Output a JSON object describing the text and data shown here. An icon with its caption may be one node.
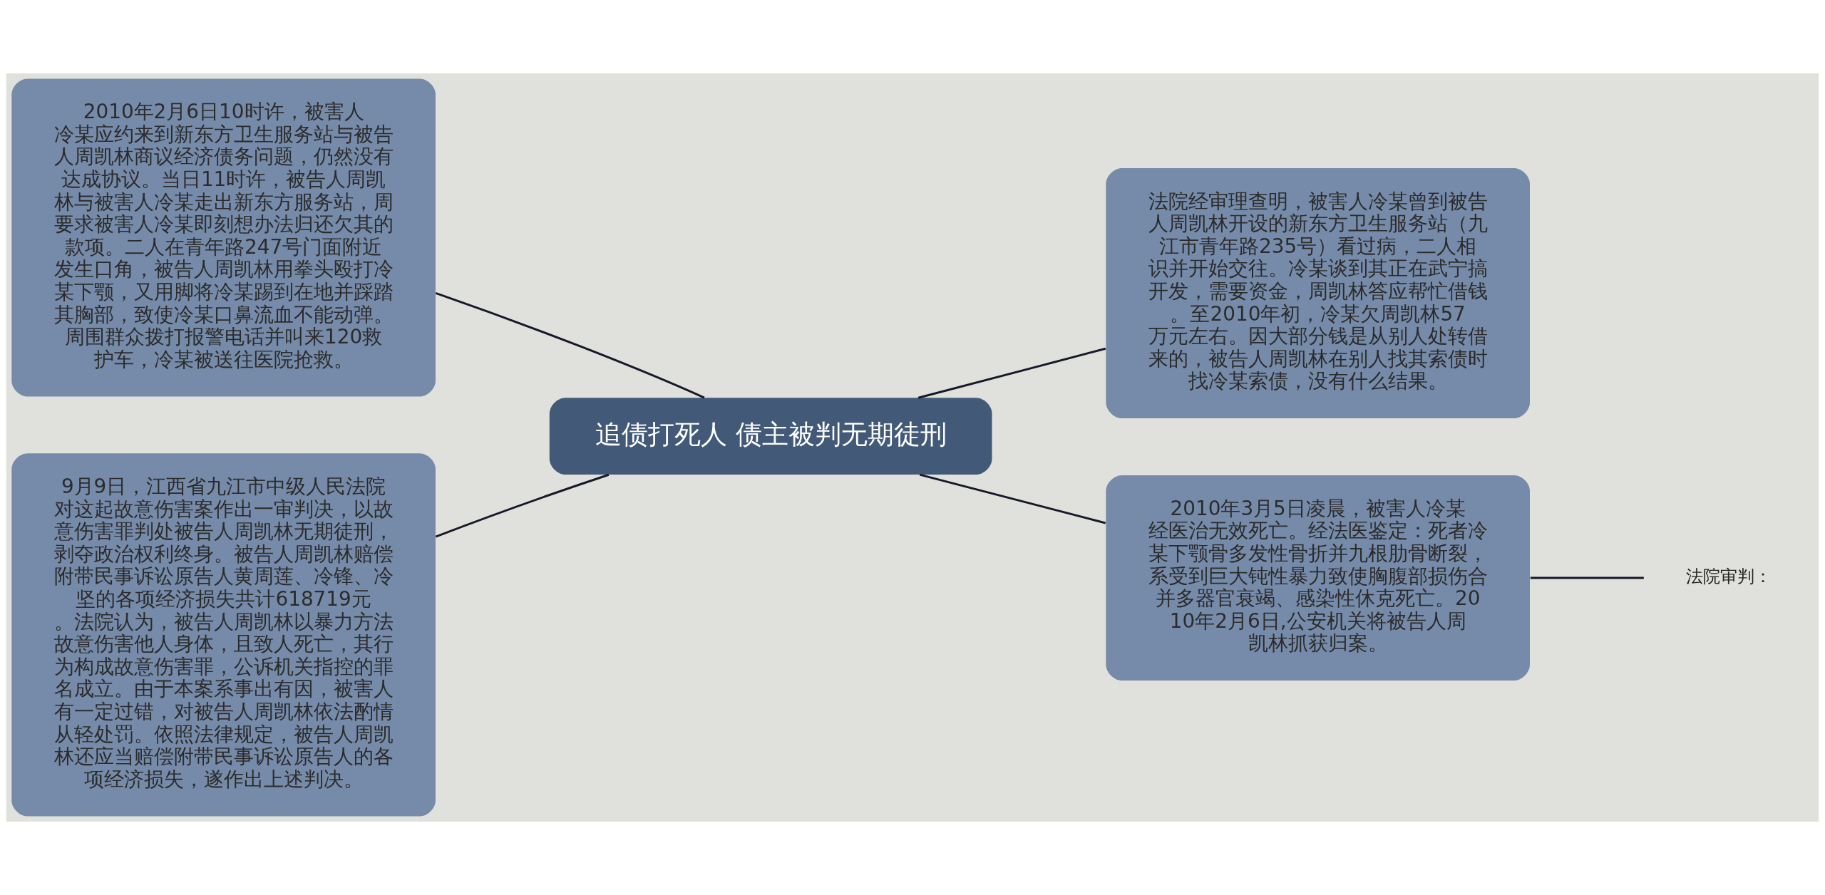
{
  "diagram": {
    "nodes": [
      {
        "text": [
          "追债打死人 债主被判无期徒刑"
        ]
      },
      {
        "text": [
          "2010年2月6日10时许，被害人冷某应约来到新东方卫生服务站与被告人周凯林商议经济债务问题，仍然没有达成协议。当日11时许，被告人周凯林与被害人冷某走出新东方服务站，周要求被害人冷某即刻想办法归还欠其的款项。二人在青年路247号门面附近发生口角，被告人周凯林用拳头殴打冷某下颚，又用脚将冷某踢到在地并踩踏其胸部，致使冷某口鼻流血不能动弹。周围群众拨打报警电话并叫来120救护车，冷某被送往医院抢救。"
        ]
      },
      {
        "text": [
          "9月9日，江西省九江市中级人民法院对这起故意伤害案作出一审判决，以故意伤害罪判处被告人周凯林无期徒刑，剥夺政治权利终身。被告人周凯林赔偿附带民事诉讼原告人黄周莲、冷锋、冷坚的各项经济损失共计618719元。法院认为，被告人周凯林以暴力方法故意伤害他人身体，且致人死亡，其行为构成故意伤害罪，公诉机关指控的罪名成立。由于本案系事出有因，被害人有一定过错，对被告人周凯林依法酌情从轻处罚。依照法律规定，被告人周凯林还应当赔偿附带民事诉讼原告人的各项经济损失，遂作出上述判决。"
        ]
      },
      {
        "text": [
          "法院经审理查明，被害人冷某曾到被告人周凯林开设的新东方卫生服务站（九江市青年路235号）看过病，二人相识并开始交往。冷某谈到其正在武宁搞开发，需要资金，周凯林答应帮忙借钱。至2010年初，冷某欠周凯林57万元左右。因大部分钱是从别人处转借来的，被告人周凯林在别人找其索债时找冷某索债，没有什么结果。"
        ]
      },
      {
        "text": [
          "2010年3月5日凌晨，被害人冷某经医治无效死亡。经法医鉴定：死者冷某下颚骨多发性骨折并九根肋骨断裂，系受到巨大钝性暴力致使胸腹部损伤合并多器官衰竭、感染性休克死亡。2010年2月6日,公安机关将被告人周凯林抓获归案。"
        ]
      },
      {
        "text": [
          "法院审判："
        ]
      }
    ],
    "edges": [
      {
        "from": 0,
        "to": 1,
        "arrow": "none"
      },
      {
        "from": 0,
        "to": 2,
        "arrow": "none"
      },
      {
        "from": 0,
        "to": 3,
        "arrow": "none"
      },
      {
        "from": 0,
        "to": 4,
        "arrow": "none"
      },
      {
        "from": 4,
        "to": 5,
        "arrow": "none"
      }
    ]
  }
}
